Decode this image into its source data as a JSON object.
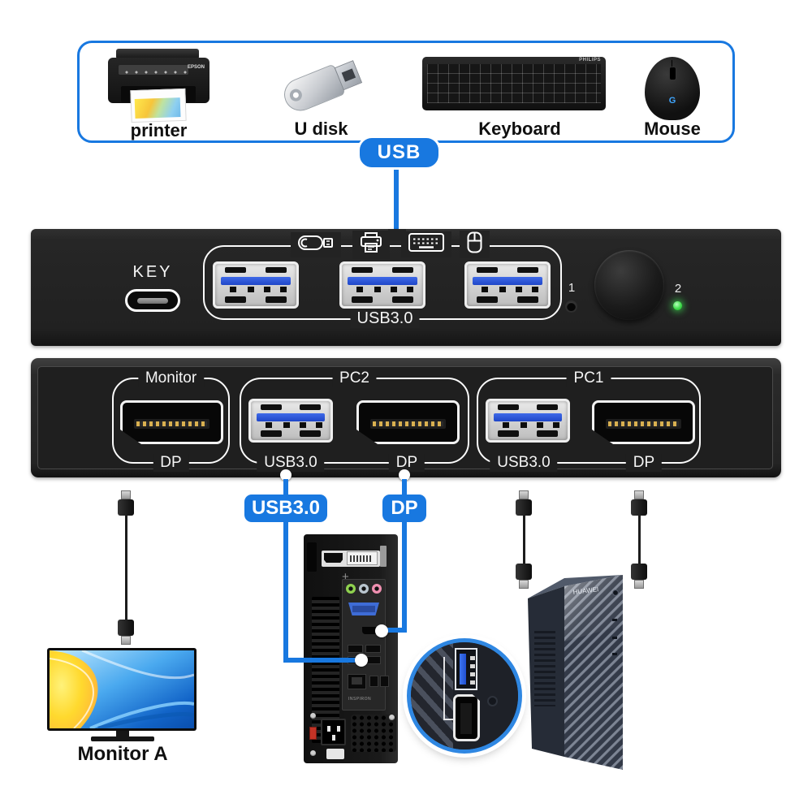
{
  "peripherals": {
    "printer": {
      "label": "printer",
      "brand": "EPSON"
    },
    "udisk": {
      "label": "U disk"
    },
    "keyboard": {
      "label": "Keyboard",
      "brand": "PHILIPS"
    },
    "mouse": {
      "label": "Mouse",
      "logo": "G"
    }
  },
  "usb_badge": "USB",
  "device1": {
    "key": "KEY",
    "usb30": "USB3.0",
    "indicator1": "1",
    "indicator2": "2",
    "port_icons": [
      "usb-drive-icon",
      "printer-icon",
      "keyboard-icon",
      "mouse-icon"
    ]
  },
  "device2": {
    "monitor": {
      "title": "Monitor",
      "dp": "DP"
    },
    "pc2": {
      "title": "PC2",
      "usb": "USB3.0",
      "dp": "DP"
    },
    "pc1": {
      "title": "PC1",
      "usb": "USB3.0",
      "dp": "DP"
    }
  },
  "badges": {
    "usb30": "USB3.0",
    "dp": "DP"
  },
  "bottom": {
    "monitor": "Monitor A",
    "tower_brand": "HUAWEI",
    "pc_rear_model": "INSPIRON"
  },
  "colors": {
    "accent": "#1878e0",
    "led_on": "#3fdc4a",
    "led_off": "#060606",
    "usb_tongue": "#2150d0",
    "device_black": "#212121"
  }
}
